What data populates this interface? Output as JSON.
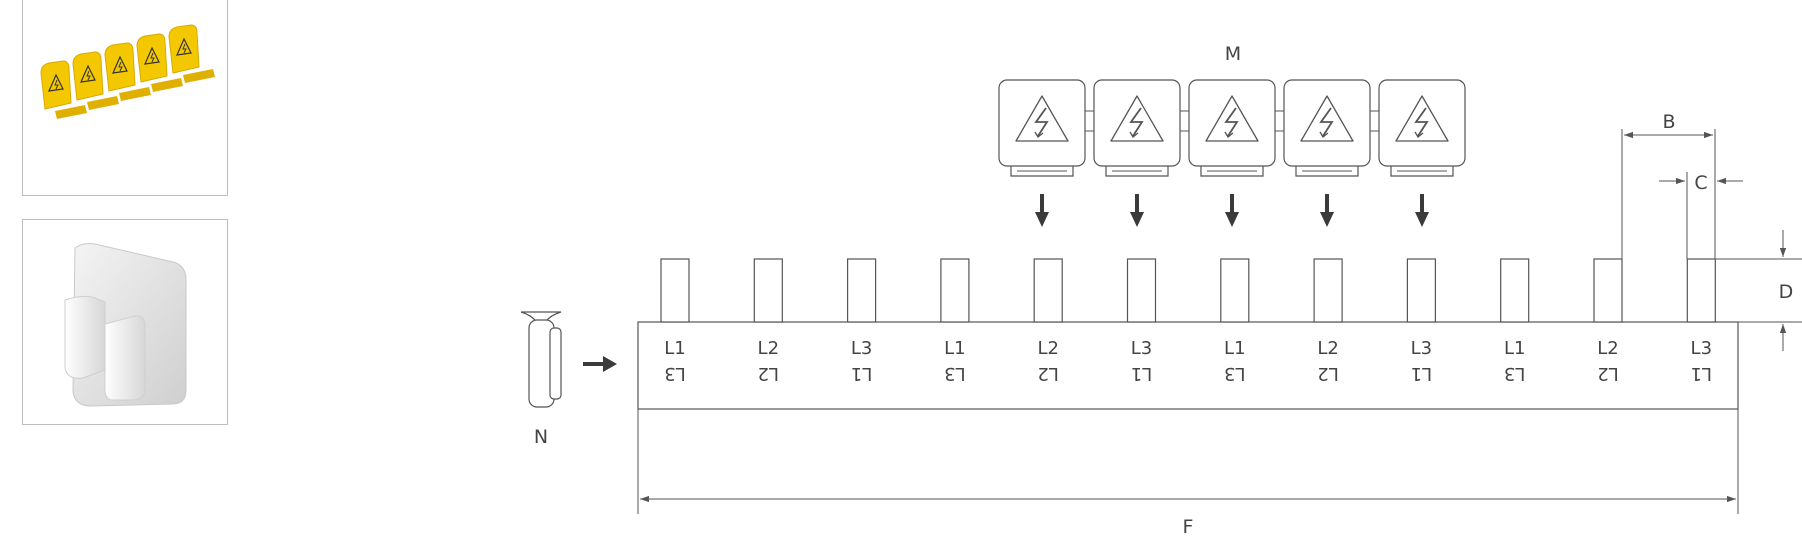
{
  "labels": {
    "modules": "M",
    "neutral": "N",
    "width_total": "F",
    "pitch": "B",
    "pin_width": "C",
    "pin_height": "D"
  },
  "pins": [
    {
      "top": "L1",
      "bottom": "L3"
    },
    {
      "top": "L2",
      "bottom": "L2"
    },
    {
      "top": "L3",
      "bottom": "L1"
    },
    {
      "top": "L1",
      "bottom": "L3"
    },
    {
      "top": "L2",
      "bottom": "L2"
    },
    {
      "top": "L3",
      "bottom": "L1"
    },
    {
      "top": "L1",
      "bottom": "L3"
    },
    {
      "top": "L2",
      "bottom": "L2"
    },
    {
      "top": "L3",
      "bottom": "L1"
    },
    {
      "top": "L1",
      "bottom": "L3"
    },
    {
      "top": "L2",
      "bottom": "L2"
    },
    {
      "top": "L3",
      "bottom": "L1"
    }
  ],
  "colors": {
    "line": "#555555",
    "arrow": "#3a3a3a",
    "cover_yellow": "#f2c200",
    "cap_white": "#e8e8e8"
  },
  "icons": {
    "module": "high-voltage-warning-icon",
    "thumb1": "yellow-busbar-covers-photo",
    "thumb2": "white-end-cap-photo"
  }
}
